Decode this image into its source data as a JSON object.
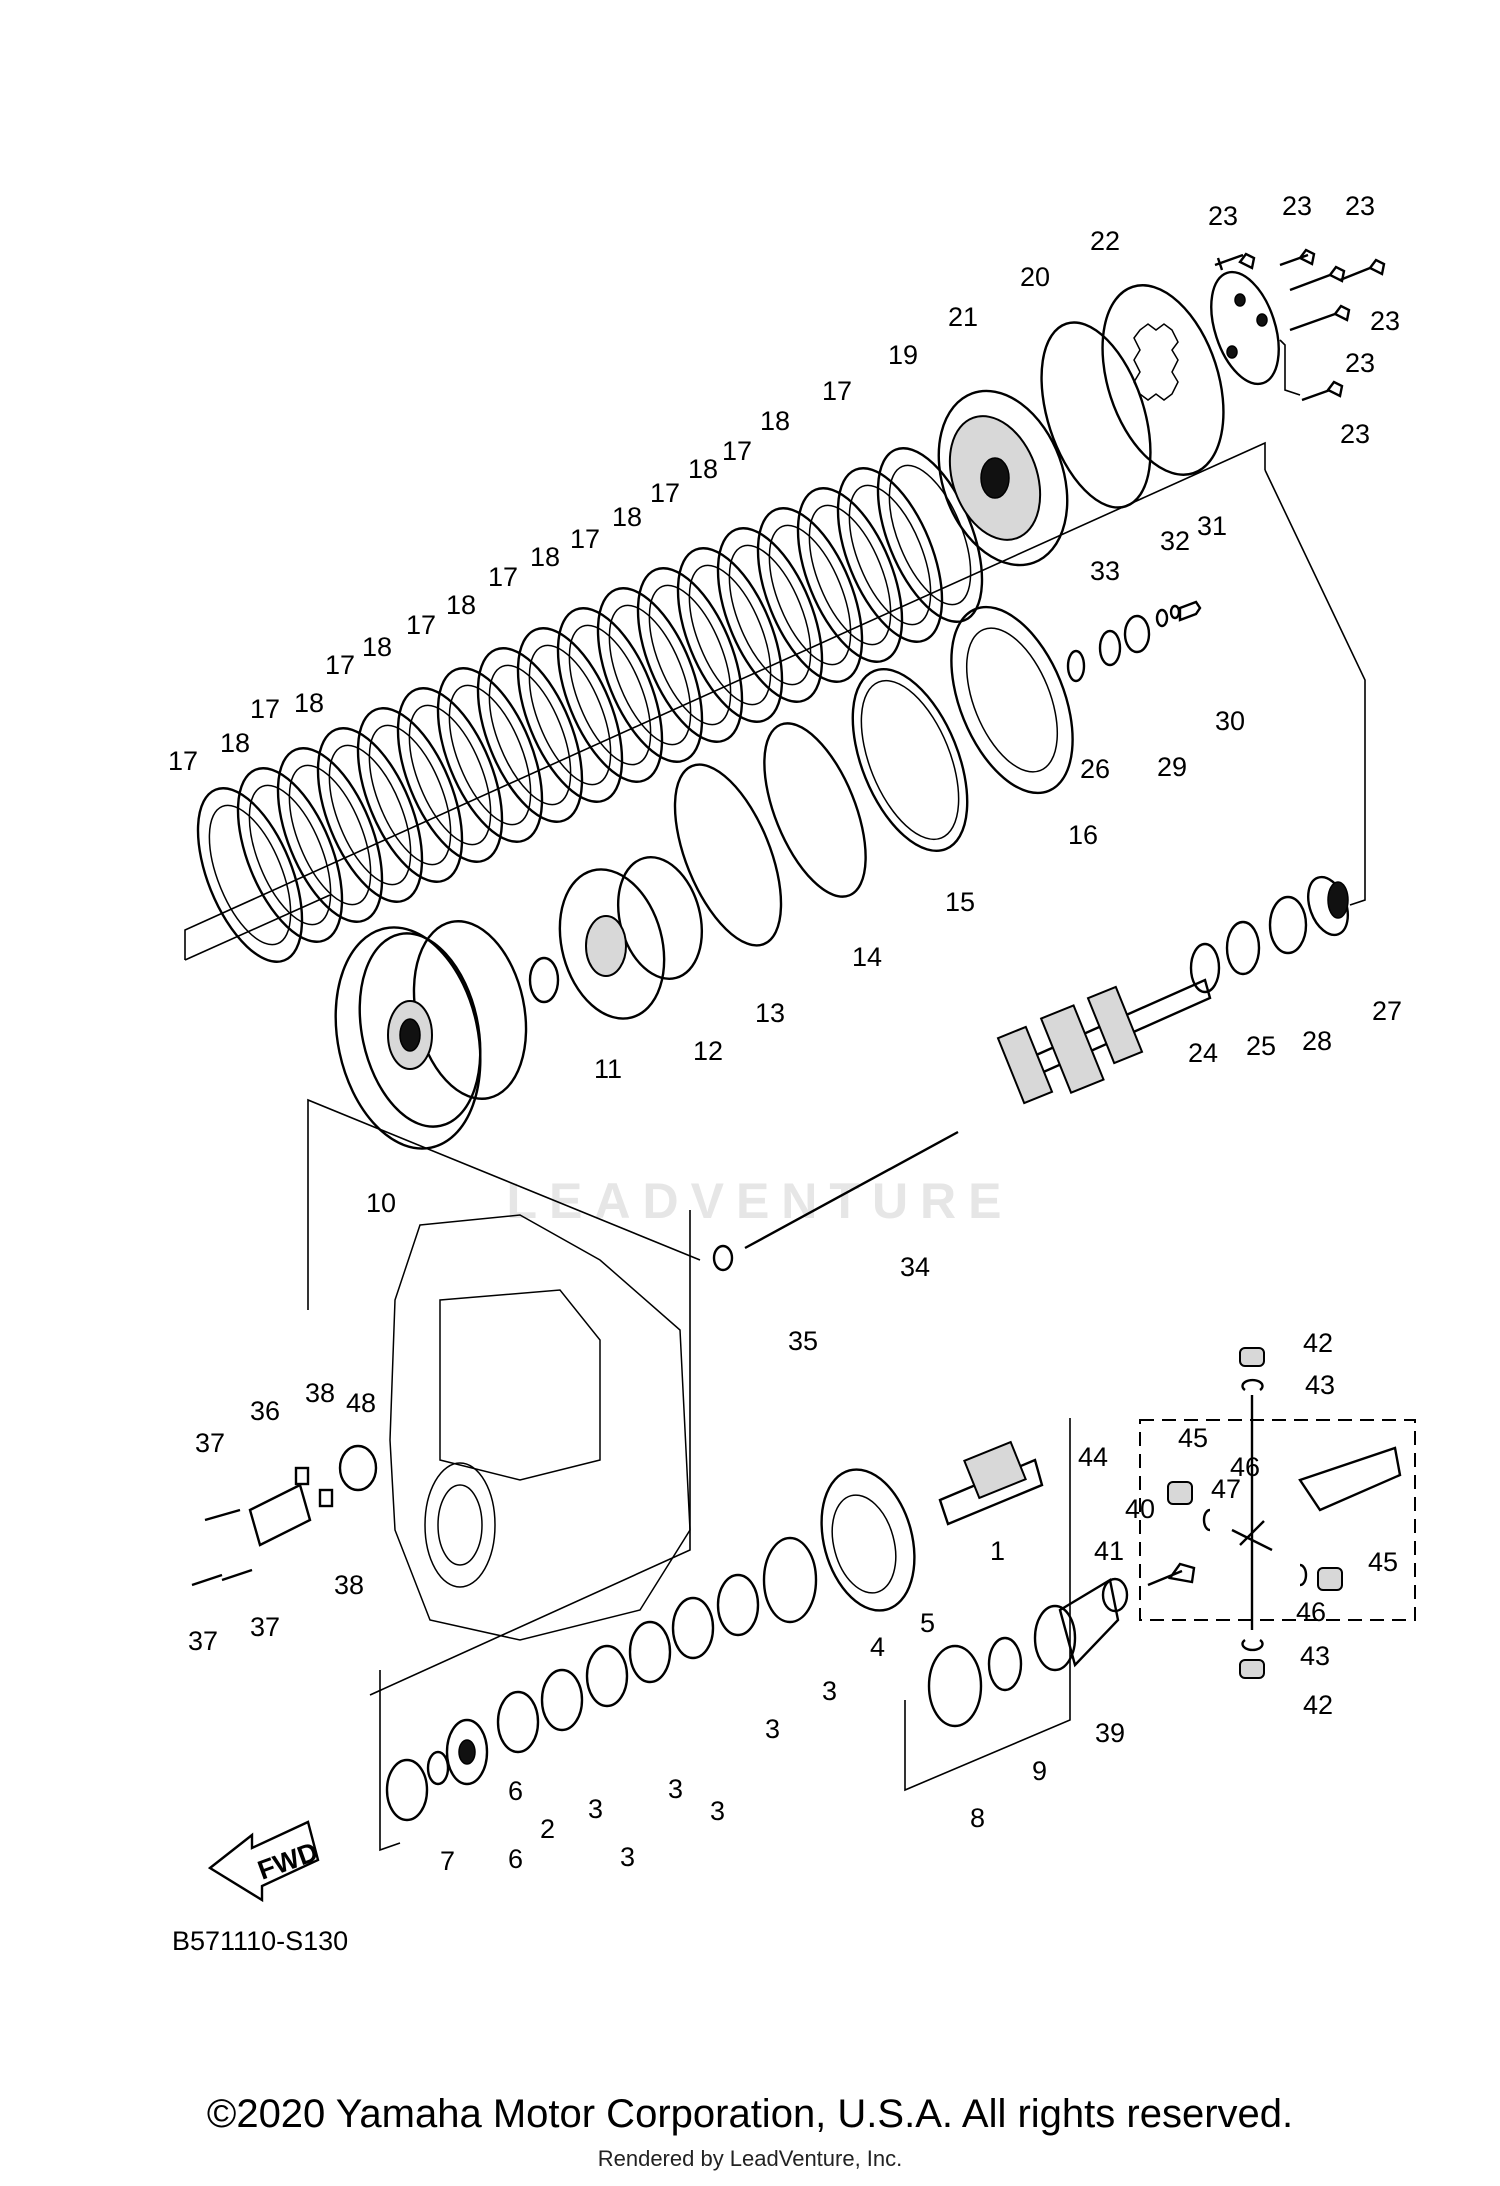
{
  "diagram_code": "B571110-S130",
  "fwd_label": "FWD",
  "watermark": "LEADVENTURE",
  "copyright": "©2020 Yamaha Motor Corporation, U.S.A. All rights reserved.",
  "rendered_by": "Rendered by LeadVenture, Inc.",
  "callouts": [
    "1",
    "2",
    "3",
    "4",
    "5",
    "6",
    "7",
    "8",
    "9",
    "10",
    "11",
    "12",
    "13",
    "14",
    "15",
    "16",
    "17",
    "18",
    "19",
    "20",
    "21",
    "22",
    "23",
    "24",
    "25",
    "26",
    "27",
    "28",
    "29",
    "30",
    "31",
    "32",
    "33",
    "34",
    "35",
    "36",
    "37",
    "38",
    "39",
    "40",
    "41",
    "42",
    "43",
    "44",
    "45",
    "46",
    "47",
    "48"
  ]
}
